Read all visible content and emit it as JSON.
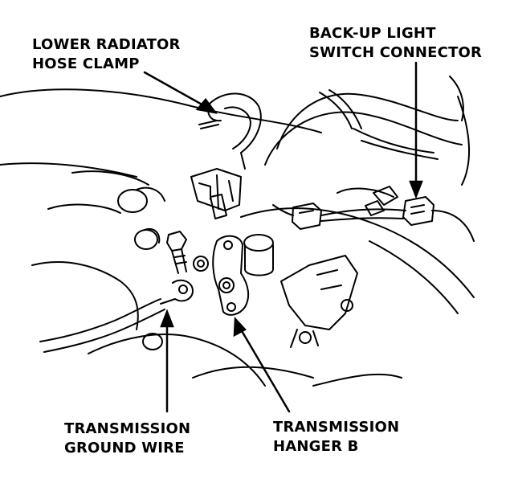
{
  "diagram": {
    "callouts": {
      "lower_radiator_hose_clamp": {
        "line1": "LOWER RADIATOR",
        "line2": "HOSE CLAMP"
      },
      "backup_light_switch_connector": {
        "line1": "BACK-UP LIGHT",
        "line2": "SWITCH CONNECTOR"
      },
      "transmission_ground_wire": {
        "line1": "TRANSMISSION",
        "line2": "GROUND WIRE"
      },
      "transmission_hanger_b": {
        "line1": "TRANSMISSION",
        "line2": "HANGER B"
      }
    },
    "colors": {
      "ink": "#000000",
      "paper": "#ffffff"
    }
  }
}
